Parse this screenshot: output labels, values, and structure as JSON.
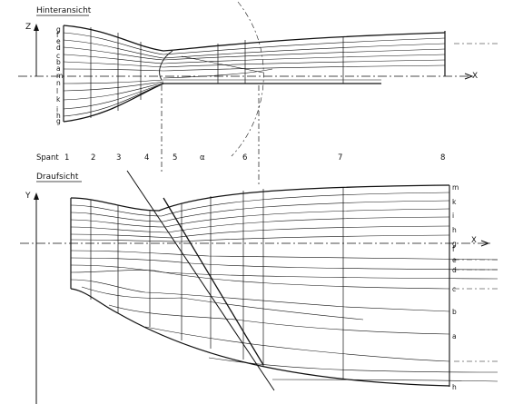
{
  "top_view": {
    "title": "Hinteransicht",
    "axis_z": "Z",
    "axis_x": "X",
    "left_letters": [
      "g",
      "f",
      "e",
      "d",
      "c",
      "b",
      "a",
      "m",
      "n",
      "l",
      "k",
      "i",
      "h",
      "g"
    ]
  },
  "plan_view": {
    "title": "Draufsicht",
    "axis_y": "Y",
    "axis_x": "X",
    "spant_label": "Spant",
    "spant_numbers": [
      "1",
      "2",
      "3",
      "4",
      "5",
      "α",
      "6",
      "7",
      "8"
    ],
    "right_letters": [
      "m",
      "k",
      "i",
      "h",
      "g",
      "f",
      "e",
      "d",
      "c",
      "b",
      "a",
      "h"
    ]
  }
}
